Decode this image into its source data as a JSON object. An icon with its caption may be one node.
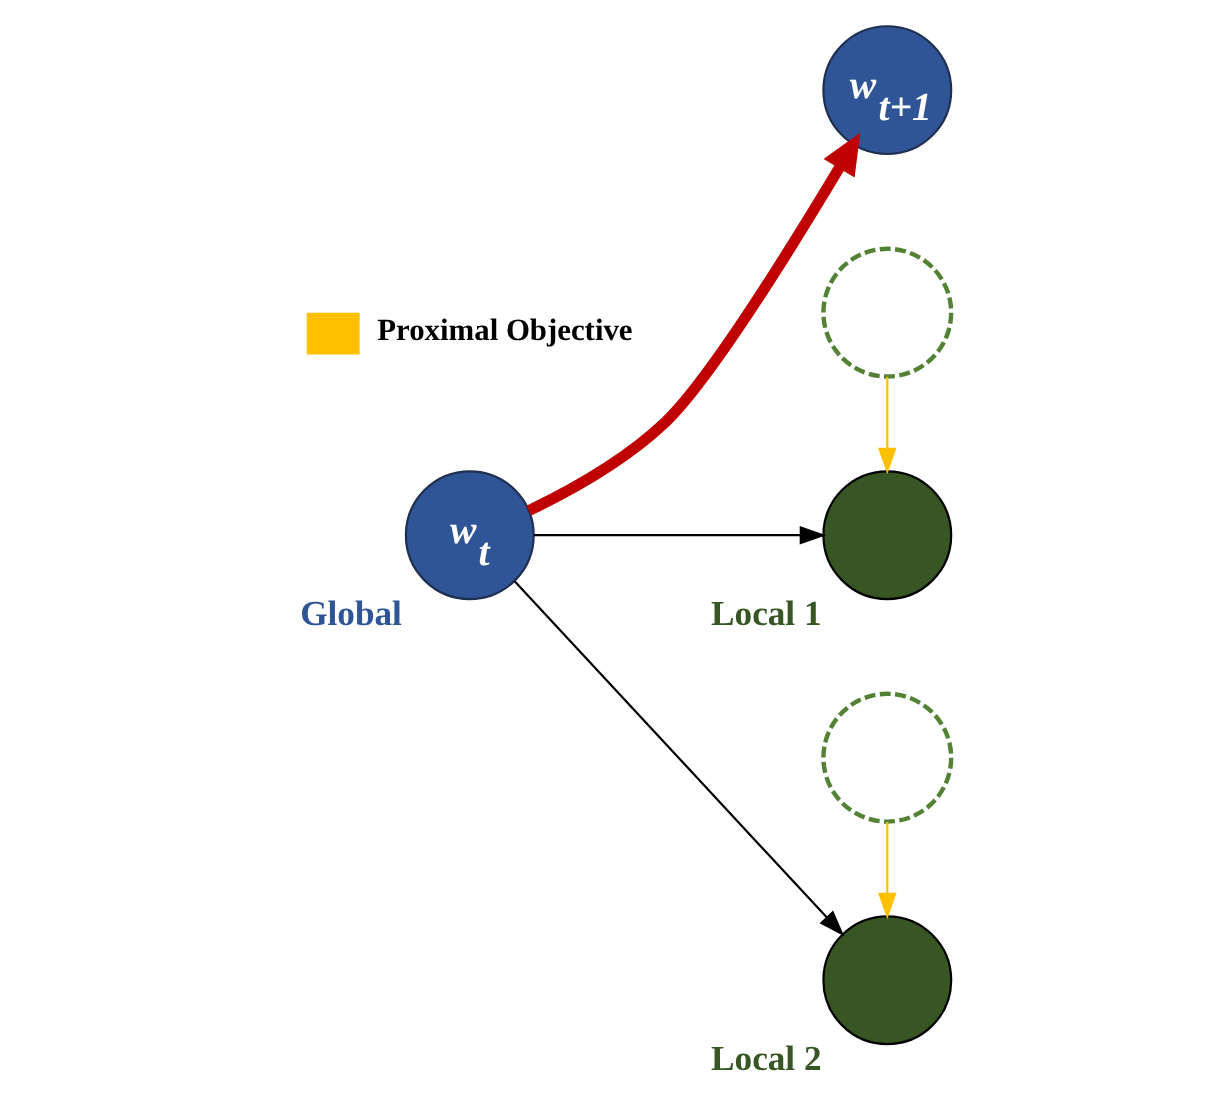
{
  "diagram": {
    "nodes": [
      {
        "text": [
          "w$_{t}$"
        ],
        "beside": [
          "Global"
        ]
      },
      {
        "text": [],
        "shape": "circle",
        "beside": [
          "Local 1"
        ]
      },
      {
        "text": [
          "w$_{t+1}$"
        ]
      },
      {
        "text": [],
        "shape": "circle",
        "beside": [
          "Local 2"
        ]
      },
      {
        "text": [],
        "shape": "circle"
      },
      {
        "text": [],
        "shape": "circle"
      }
    ],
    "edges": [
      {
        "from": 0,
        "to": 1,
        "arrow": "to"
      },
      {
        "from": 0,
        "to": 2,
        "arrow": "to",
        "color": "#c00000",
        "style": "thick"
      },
      {
        "from": 0,
        "to": 3,
        "arrow": "to"
      },
      {
        "from": 4,
        "to": 1,
        "arrow": "to",
        "color": "#ffc000"
      },
      {
        "from": 5,
        "to": 3,
        "arrow": "to",
        "color": "#ffc000"
      }
    ],
    "legend": [
      {
        "text": "Proximal Objective",
        "color": "#ffc000"
      }
    ]
  }
}
